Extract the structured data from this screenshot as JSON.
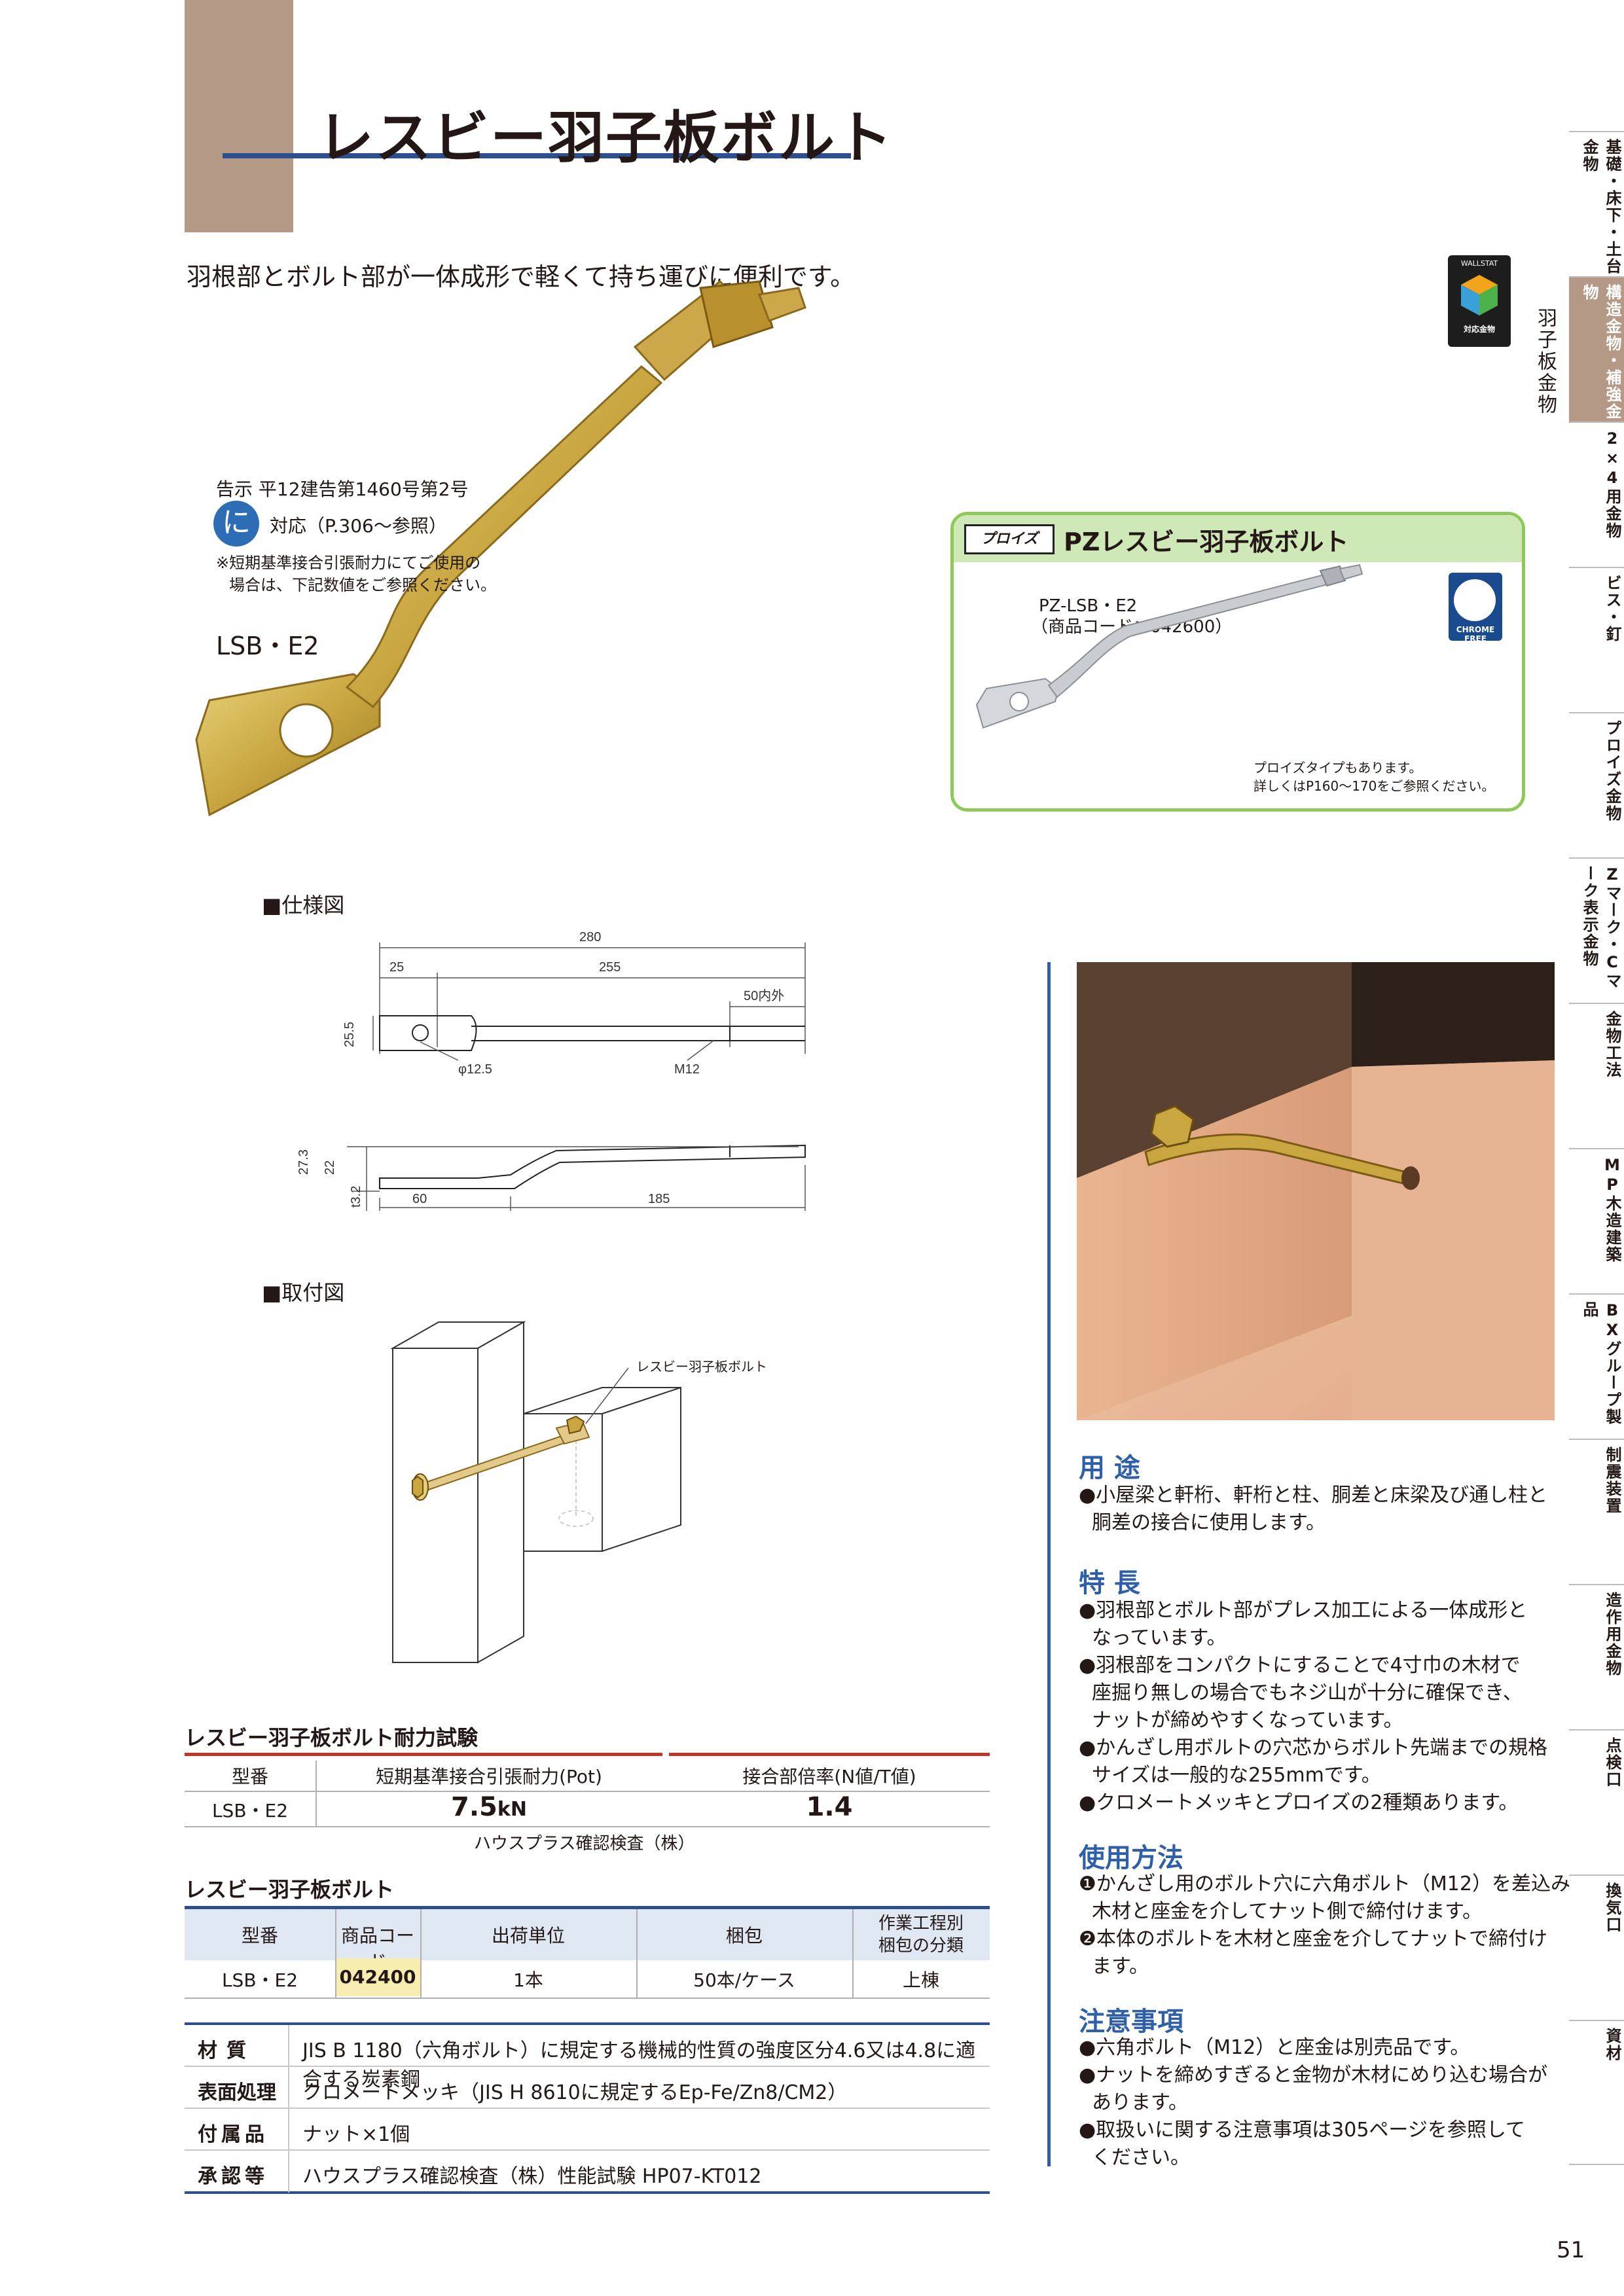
{
  "header": {
    "title": "レスビー羽子板ボルト",
    "lead": "羽根部とボルト部が一体成形で軽くて持ち運びに便利です。"
  },
  "badge": {
    "top_text": "WALLSTAT",
    "bottom_text": "対応金物"
  },
  "category_vertical": "羽子板金物",
  "notice": {
    "line1": "告示 平12建告第1460号第2号",
    "ni_mark": "に",
    "ni_text": "対応（P.306～参照）",
    "note1": "※短期基準接合引張耐力にてご使用の",
    "note2": "場合は、下記数値をご参照ください。",
    "model": "LSB・E2"
  },
  "pz_box": {
    "tag": "プロイズ",
    "title": "PZレスビー羽子板ボルト",
    "model": "PZ-LSB・E2",
    "code": "（商品コード：042600）",
    "chrome_label": "CHROME FREE",
    "note1": "プロイズタイプもあります。",
    "note2": "詳しくはP160～170をご参照ください。"
  },
  "spec": {
    "heading": "■仕様図",
    "dims": {
      "d280": "280",
      "d25": "25",
      "d255": "255",
      "d50": "50内外",
      "d25_5": "25.5",
      "phi": "φ12.5",
      "m12": "M12",
      "d27_3": "27.3",
      "d22": "22",
      "t3_2": "t3.2",
      "d60": "60",
      "d185": "185"
    }
  },
  "mount": {
    "heading": "■取付図",
    "callout": "レスビー羽子板ボルト"
  },
  "test_table": {
    "title": "レスビー羽子板ボルト耐力試験",
    "col1": "型番",
    "col2": "短期基準接合引張耐力(Pot)",
    "col3": "接合部倍率(N値/T値)",
    "model": "LSB・E2",
    "pot": "7.5",
    "pot_unit": "kN",
    "ratio": "1.4",
    "note": "ハウスプラス確認検査（株）"
  },
  "product_table": {
    "title": "レスビー羽子板ボルト",
    "headers": [
      "型番",
      "商品コード",
      "出荷単位",
      "梱包",
      "作業工程別",
      "梱包の分類"
    ],
    "row": [
      "LSB・E2",
      "042400",
      "1本",
      "50本/ケース",
      "上棟"
    ]
  },
  "materials": [
    {
      "label": "材質",
      "value": "JIS B 1180（六角ボルト）に規定する機械的性質の強度区分4.6又は4.8に適合する炭素鋼"
    },
    {
      "label": "表面処理",
      "value": "クロメートメッキ（JIS H 8610に規定するEp-Fe/Zn8/CM2）"
    },
    {
      "label": "付属品",
      "value": "ナット×1個"
    },
    {
      "label": "承認等",
      "value": "ハウスプラス確認検査（株）性能試験 HP07-KT012"
    }
  ],
  "right": {
    "use_h": "用 途",
    "use": [
      "●小屋梁と軒桁、軒桁と柱、胴差と床梁及び通し柱と",
      "胴差の接合に使用します。"
    ],
    "feat_h": "特 長",
    "feat": [
      "●羽根部とボルト部がプレス加工による一体成形と",
      "なっています。",
      "●羽根部をコンパクトにすることで4寸巾の木材で",
      "座掘り無しの場合でもネジ山が十分に確保でき、",
      "ナットが締めやすくなっています。",
      "●かんざし用ボルトの穴芯からボルト先端までの規格",
      "サイズは一般的な255mmです。",
      "●クロメートメッキとプロイズの2種類あります。"
    ],
    "how_h": "使用方法",
    "how": [
      "❶かんざし用のボルト穴に六角ボルト（M12）を差込み",
      "木材と座金を介してナット側で締付けます。",
      "❷本体のボルトを木材と座金を介してナットで締付け",
      "ます。"
    ],
    "caution_h": "注意事項",
    "caution": [
      "●六角ボルト（M12）と座金は別売品です。",
      "●ナットを締めすぎると金物が木材にめり込む場合が",
      "あります。",
      "●取扱いに関する注意事項は305ページを参照して",
      "ください。"
    ]
  },
  "side_tabs": [
    "基礎・床下・土台金物",
    "構造金物・補強金物",
    "2×4用金物",
    "ビス・釘",
    "プロイズ金物",
    "Zマーク・Cマーク表示金物",
    "金物工法",
    "MP木造建築",
    "BXグループ製品",
    "制震装置",
    "造作用金物",
    "点検口",
    "換気口",
    "資材"
  ],
  "page_number": "51",
  "colors": {
    "accent_brown": "#b49a86",
    "accent_blue": "#2e4f8d",
    "rule_red": "#c2332b",
    "pz_green": "#8fc95a"
  }
}
